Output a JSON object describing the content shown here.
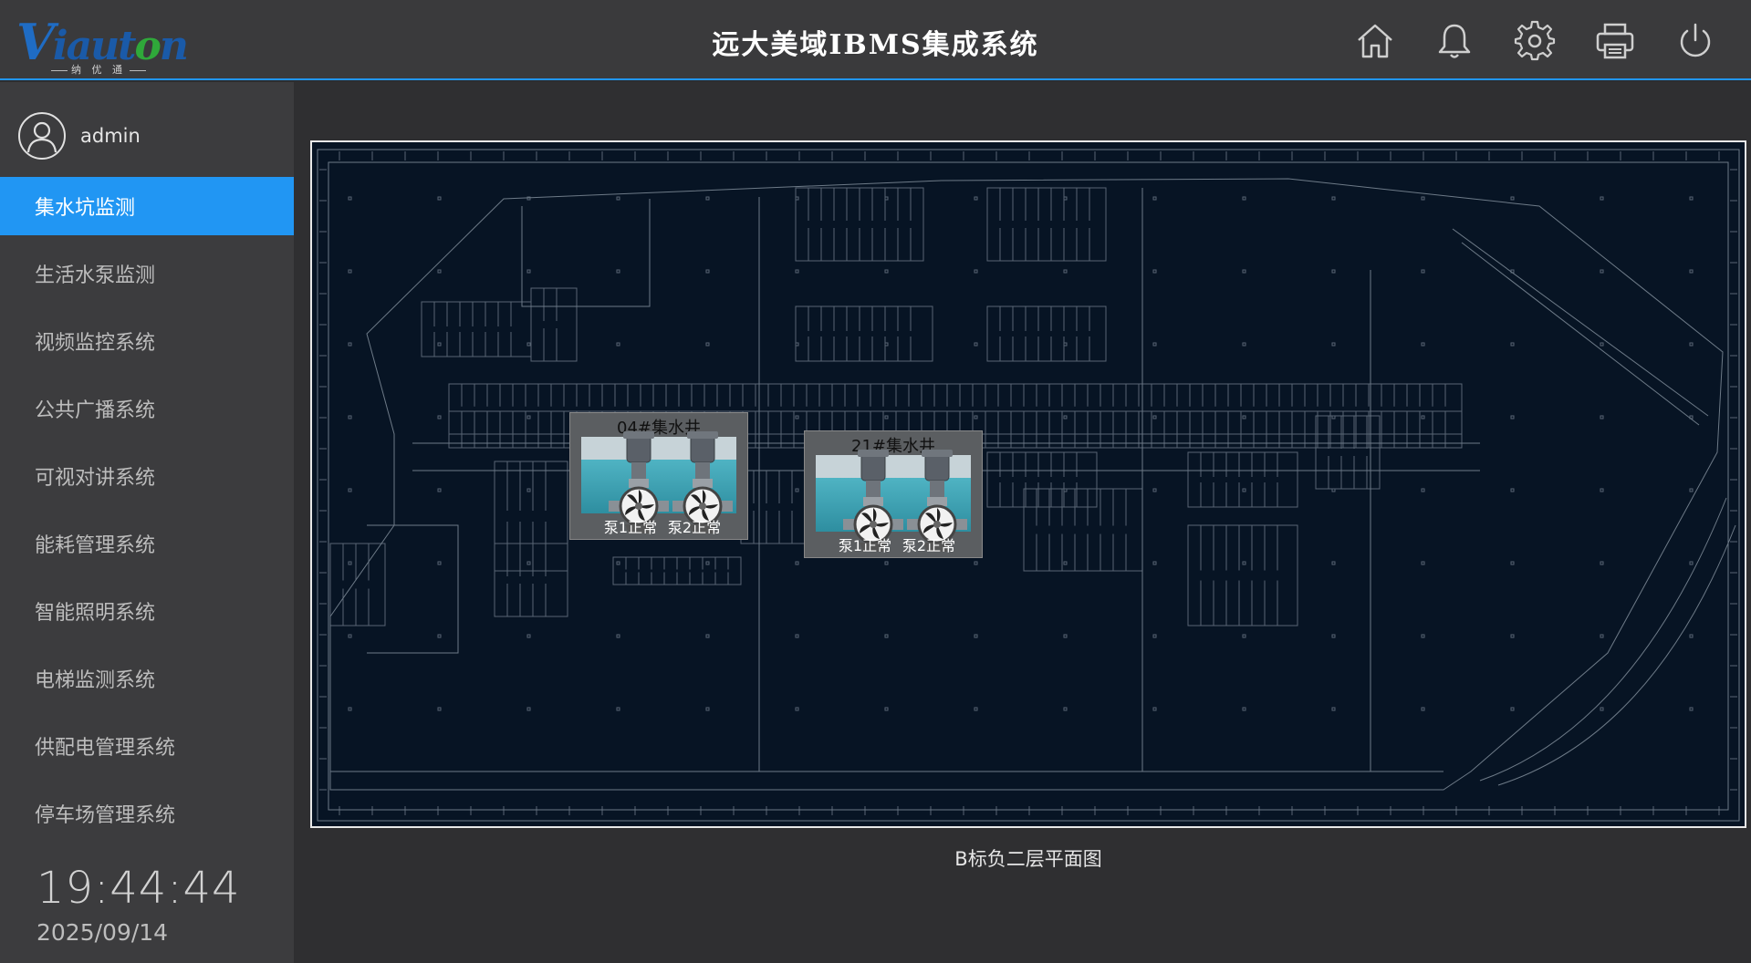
{
  "header": {
    "logo_text_v": "V",
    "logo_text_main": "iaut",
    "logo_text_o": "o",
    "logo_text_end": "n",
    "logo_sub": "纳 优 通",
    "title": "远大美域IBMS集成系统"
  },
  "user": {
    "name": "admin"
  },
  "menu": [
    {
      "label": "集水坑监测",
      "active": true
    },
    {
      "label": "生活水泵监测"
    },
    {
      "label": "视频监控系统"
    },
    {
      "label": "公共广播系统"
    },
    {
      "label": "可视对讲系统"
    },
    {
      "label": "能耗管理系统"
    },
    {
      "label": "智能照明系统"
    },
    {
      "label": "电梯监测系统"
    },
    {
      "label": "供配电管理系统"
    },
    {
      "label": "停车场管理系统"
    }
  ],
  "clock": {
    "time": "19:44:44",
    "date": "2025/09/14"
  },
  "plan": {
    "caption": "B标负二层平面图",
    "pits": [
      {
        "title": "04#集水井",
        "pump1": "泵1正常",
        "pump2": "泵2正常"
      },
      {
        "title": "21#集水井",
        "pump1": "泵1正常",
        "pump2": "泵2正常"
      }
    ]
  },
  "colors": {
    "accent": "#2196f3",
    "header_bg": "#3a3a3c",
    "sidebar_bg": "#3c3c3e",
    "plan_bg": "#071424"
  },
  "icons": [
    "home-icon",
    "bell-icon",
    "gear-icon",
    "printer-icon",
    "power-icon",
    "user-icon"
  ]
}
